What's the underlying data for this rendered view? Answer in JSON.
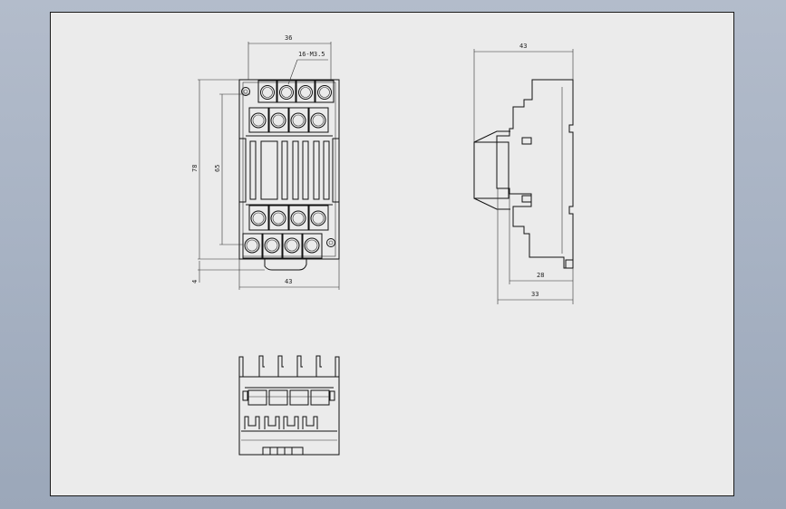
{
  "drawing": {
    "front_view": {
      "dim_top_width": "36",
      "callout": "16-M3.5",
      "dim_height_total": "78",
      "dim_height_inner": "65",
      "dim_offset": "4",
      "dim_bottom_width": "43"
    },
    "side_view": {
      "dim_top_width": "43",
      "dim_inner_width": "28",
      "dim_total_width": "33"
    }
  }
}
